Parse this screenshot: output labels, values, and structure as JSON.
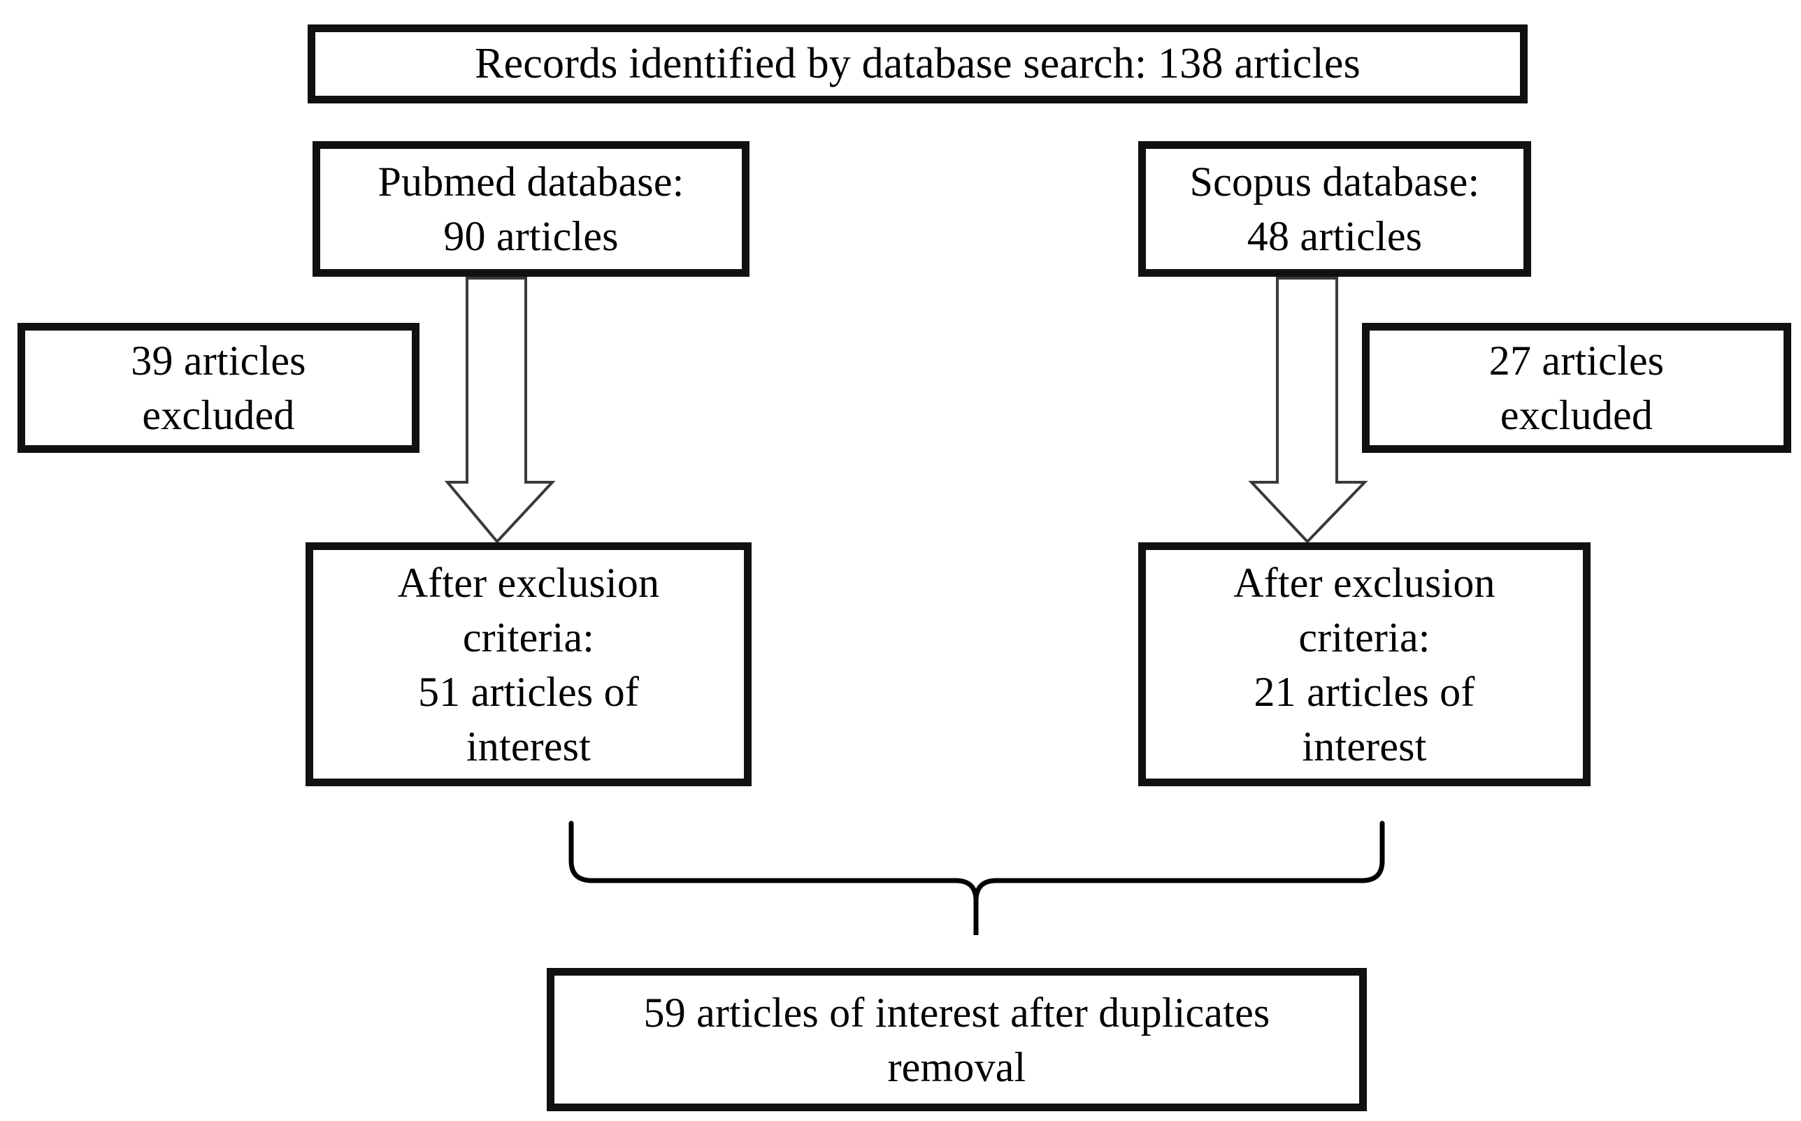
{
  "diagram": {
    "title": "PRISMA-style literature selection flow diagram",
    "type": "flowchart",
    "background_color": "#ffffff",
    "box_border_color": "#111111",
    "arrow_fill_color": "#ffffff",
    "arrow_stroke_color": "#3a3a3a",
    "brace_stroke_color": "#000000"
  },
  "nodes": {
    "records_identified": {
      "id": "records-identified",
      "label": "Records identified by database search: 138 articles",
      "count": 138
    },
    "pubmed": {
      "id": "pubmed-database",
      "label": "Pubmed database:\n90 articles",
      "count": 90
    },
    "scopus": {
      "id": "scopus-database",
      "label": "Scopus database:\n48 articles",
      "count": 48
    },
    "excluded_left": {
      "id": "pubmed-excluded",
      "label": "39 articles\nexcluded",
      "count": 39
    },
    "excluded_right": {
      "id": "scopus-excluded",
      "label": "27 articles\nexcluded",
      "count": 27
    },
    "after_left": {
      "id": "pubmed-after-exclusion",
      "label": "After exclusion\ncriteria:\n51 articles of\ninterest",
      "count": 51
    },
    "after_right": {
      "id": "scopus-after-exclusion",
      "label": "After exclusion\ncriteria:\n21 articles of\ninterest",
      "count": 21
    },
    "final": {
      "id": "final-articles",
      "label": "59 articles of interest after duplicates\nremoval",
      "count": 59
    }
  },
  "connectors": {
    "arrow_left": {
      "name": "pubmed-to-after-exclusion-arrow",
      "kind": "hollow-block-arrow",
      "direction": "down"
    },
    "arrow_right": {
      "name": "scopus-to-after-exclusion-arrow",
      "kind": "hollow-block-arrow",
      "direction": "down"
    },
    "brace": {
      "name": "merge-brace",
      "kind": "curly-brace",
      "direction": "down"
    }
  },
  "chart_data": {
    "type": "table",
    "title": "Records identified by database search: 138 articles",
    "categories": [
      "Pubmed database",
      "Scopus database"
    ],
    "series": [
      {
        "name": "Identified",
        "values": [
          90,
          48
        ]
      },
      {
        "name": "Excluded",
        "values": [
          39,
          27
        ]
      },
      {
        "name": "After exclusion criteria",
        "values": [
          51,
          21
        ]
      }
    ],
    "total_identified": 138,
    "total_after_duplicates_removal": 59,
    "annotations": [
      "Records identified by database search: 138 articles",
      "Pubmed database: 90 articles",
      "Scopus database: 48 articles",
      "39 articles excluded",
      "27 articles excluded",
      "After exclusion criteria: 51 articles of interest",
      "After exclusion criteria: 21 articles of interest",
      "59 articles of interest after duplicates removal"
    ]
  }
}
